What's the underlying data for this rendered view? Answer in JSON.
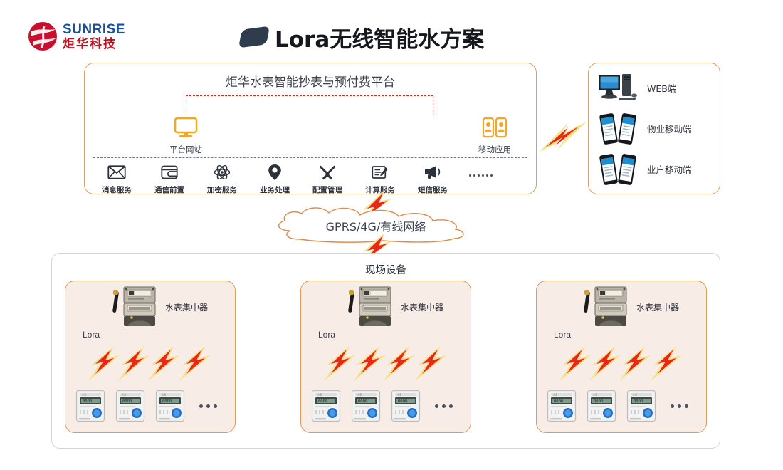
{
  "header": {
    "logo": {
      "en": "SUNRISE",
      "cn": "炬华科技",
      "mark_color": "#c8102e",
      "en_color": "#1b4f9c"
    },
    "title": "Lora无线智能水方案",
    "title_badge": "rounded-parallelogram-shape"
  },
  "platform": {
    "title": "炬华水表智能抄表与预付费平台",
    "nodes": [
      {
        "label": "平台网站",
        "icon": "monitor-icon"
      },
      {
        "label": "移动应用",
        "icon": "mobile-users-icon"
      }
    ],
    "services": [
      {
        "label": "消息服务",
        "icon": "envelope-icon"
      },
      {
        "label": "通信前置",
        "icon": "wallet-icon"
      },
      {
        "label": "加密服务",
        "icon": "atom-icon"
      },
      {
        "label": "业务处理",
        "icon": "location-pin-icon"
      },
      {
        "label": "配置管理",
        "icon": "tools-icon"
      },
      {
        "label": "计算服务",
        "icon": "document-edit-icon"
      },
      {
        "label": "短信服务",
        "icon": "megaphone-icon"
      }
    ],
    "ellipsis": "......"
  },
  "terminals": [
    {
      "label": "WEB端",
      "icon": "desktop-computer-icon"
    },
    {
      "label": "物业移动端",
      "icon": "two-phones-icon"
    },
    {
      "label": "业户移动端",
      "icon": "two-phones-icon"
    }
  ],
  "network": {
    "cloud_label": "GPRS/4G/有线网络"
  },
  "field": {
    "title": "现场设备",
    "groups": [
      {
        "concentrator_label": "水表集中器",
        "protocol_label": "Lora",
        "bolt_count": 4,
        "meter_count": 3,
        "meter_ellipsis": "..."
      },
      {
        "concentrator_label": "水表集中器",
        "protocol_label": "Lora",
        "bolt_count": 4,
        "meter_count": 3,
        "meter_ellipsis": "..."
      },
      {
        "concentrator_label": "水表集中器",
        "protocol_label": "Lora",
        "bolt_count": 4,
        "meter_count": 3,
        "meter_ellipsis": "..."
      }
    ]
  },
  "colors": {
    "panel_border": "#d9a06a",
    "group_border": "#e09a5c",
    "group_fill": "#f7ece6",
    "accent_orange": "#f5a623",
    "bolt_red": "#e8271a",
    "bolt_glow": "#f7e08a",
    "dashed_red": "#d42a20",
    "text_dark": "#2c313a"
  }
}
